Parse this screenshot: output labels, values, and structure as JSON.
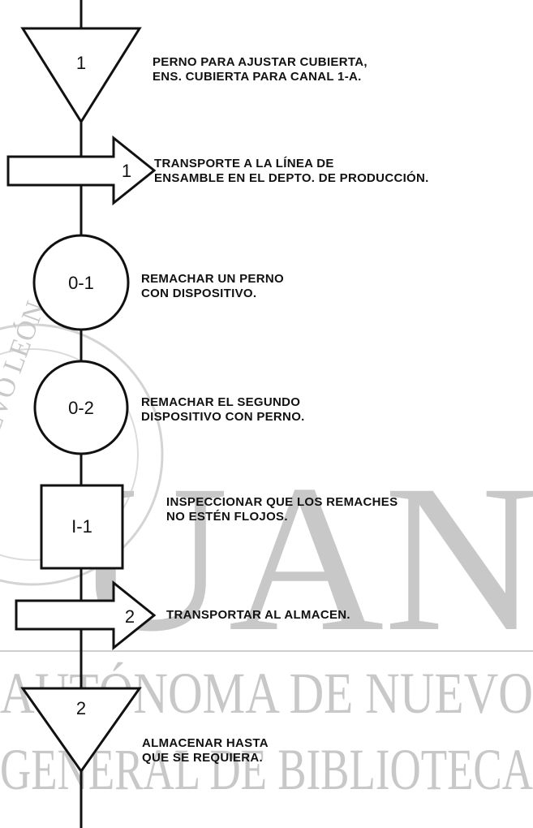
{
  "watermark": {
    "big_text": "UAN",
    "line1": "AUTÓNOMA DE NUEVO",
    "line2": "GENERAL DE BIBLIOTECA",
    "seal_text": "NUEVO LEÓN"
  },
  "steps": [
    {
      "symbol": "storage-triangle",
      "label": "1",
      "lines": [
        "PERNO PARA AJUSTAR CUBIERTA,",
        "ENS. CUBIERTA PARA CANAL 1-A."
      ]
    },
    {
      "symbol": "transport-arrow",
      "label": "1",
      "lines": [
        "TRANSPORTE A LA LÍNEA DE",
        "ENSAMBLE EN EL DEPTO. DE PRODUCCIÓN."
      ]
    },
    {
      "symbol": "operation-circle",
      "label": "0-1",
      "lines": [
        "REMACHAR UN PERNO",
        "CON DISPOSITIVO."
      ]
    },
    {
      "symbol": "operation-circle",
      "label": "0-2",
      "lines": [
        "REMACHAR EL SEGUNDO",
        "DISPOSITIVO CON PERNO."
      ]
    },
    {
      "symbol": "inspection-square",
      "label": "I-1",
      "lines": [
        "INSPECCIONAR QUE LOS REMACHES",
        "NO ESTÉN FLOJOS."
      ]
    },
    {
      "symbol": "transport-arrow",
      "label": "2",
      "lines": [
        "TRANSPORTAR AL ALMACEN."
      ]
    },
    {
      "symbol": "storage-triangle",
      "label": "2",
      "lines": [
        "ALMACENAR HASTA",
        "QUE SE REQUIERA."
      ]
    }
  ]
}
